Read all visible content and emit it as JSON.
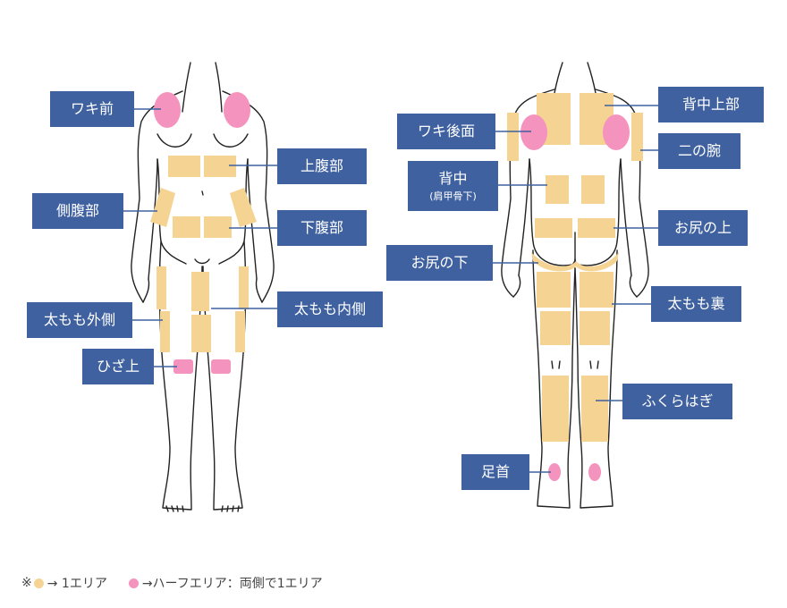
{
  "labels": {
    "waki_mae": "ワキ前",
    "sokufukubu": "側腹部",
    "jofukubu": "上腹部",
    "kafukubu": "下腹部",
    "futomomo_sotogawa": "太もも外側",
    "futomomo_uchigawa": "太もも内側",
    "hiza_ue": "ひざ上",
    "waki_koumen": "ワキ後面",
    "senaka_jobu": "背中上部",
    "ni_no_ude": "二の腕",
    "senaka": "背中",
    "senaka_sub": "(肩甲骨下)",
    "oshiri_no_ue": "お尻の上",
    "oshiri_no_shita": "お尻の下",
    "futomomo_ura": "太もも裏",
    "fukurahagi": "ふくらはぎ",
    "ashikubi": "足首"
  },
  "legend": {
    "prefix": "※",
    "full_text": "→ 1エリア",
    "half_text": "→ハーフエリア：両側で1エリア"
  },
  "colors": {
    "full_area": "#f5d393",
    "half_area": "#f493bd",
    "label_bg": "#3f61a0",
    "outline": "#222222"
  }
}
